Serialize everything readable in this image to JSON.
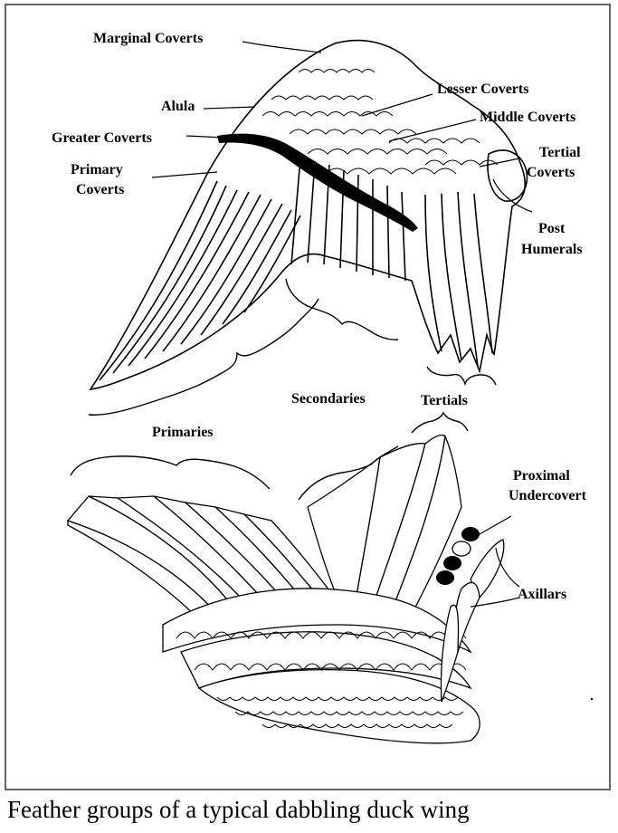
{
  "caption": "Feather groups of a typical dabbling duck wing",
  "labels": {
    "marginal_coverts": "Marginal Coverts",
    "alula": "Alula",
    "greater_coverts": "Greater Coverts",
    "primary_coverts": [
      "Primary",
      "Coverts"
    ],
    "lesser_coverts": "Lesser Coverts",
    "middle_coverts": "Middle Coverts",
    "tertial_coverts": [
      "Tertial",
      "Coverts"
    ],
    "post_humerals": [
      "Post",
      "Humerals"
    ],
    "secondaries": "Secondaries",
    "tertials": "Tertials",
    "primaries": "Primaries",
    "proximal_undercovert": [
      "Proximal",
      "Undercovert"
    ],
    "axillars": "Axillars"
  },
  "colors": {
    "line": "#000000",
    "frame": "#666666",
    "background": "#ffffff"
  }
}
